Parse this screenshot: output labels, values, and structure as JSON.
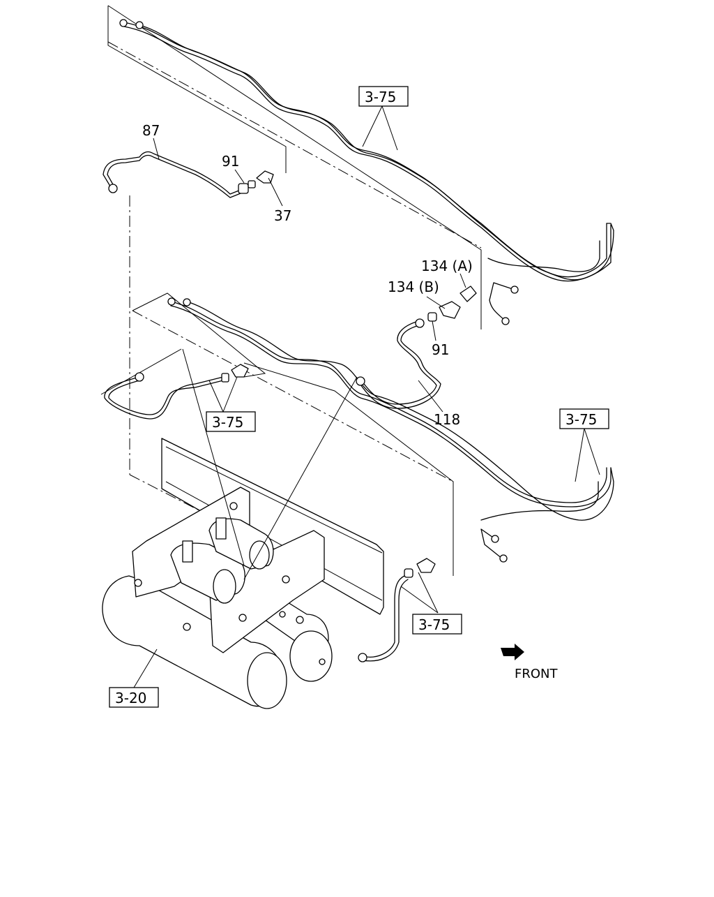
{
  "callouts": {
    "part_87": "87",
    "part_91_top": "91",
    "part_37": "37",
    "part_134a": "134 (A)",
    "part_134b": "134 (B)",
    "part_91_mid": "91",
    "part_118": "118"
  },
  "references": {
    "ref_top": "3-75",
    "ref_left_mid": "3-75",
    "ref_right_mid": "3-75",
    "ref_bottom": "3-75",
    "ref_tanks": "3-20"
  },
  "direction_label": "FRONT",
  "icons": [
    "front-arrow-icon"
  ]
}
